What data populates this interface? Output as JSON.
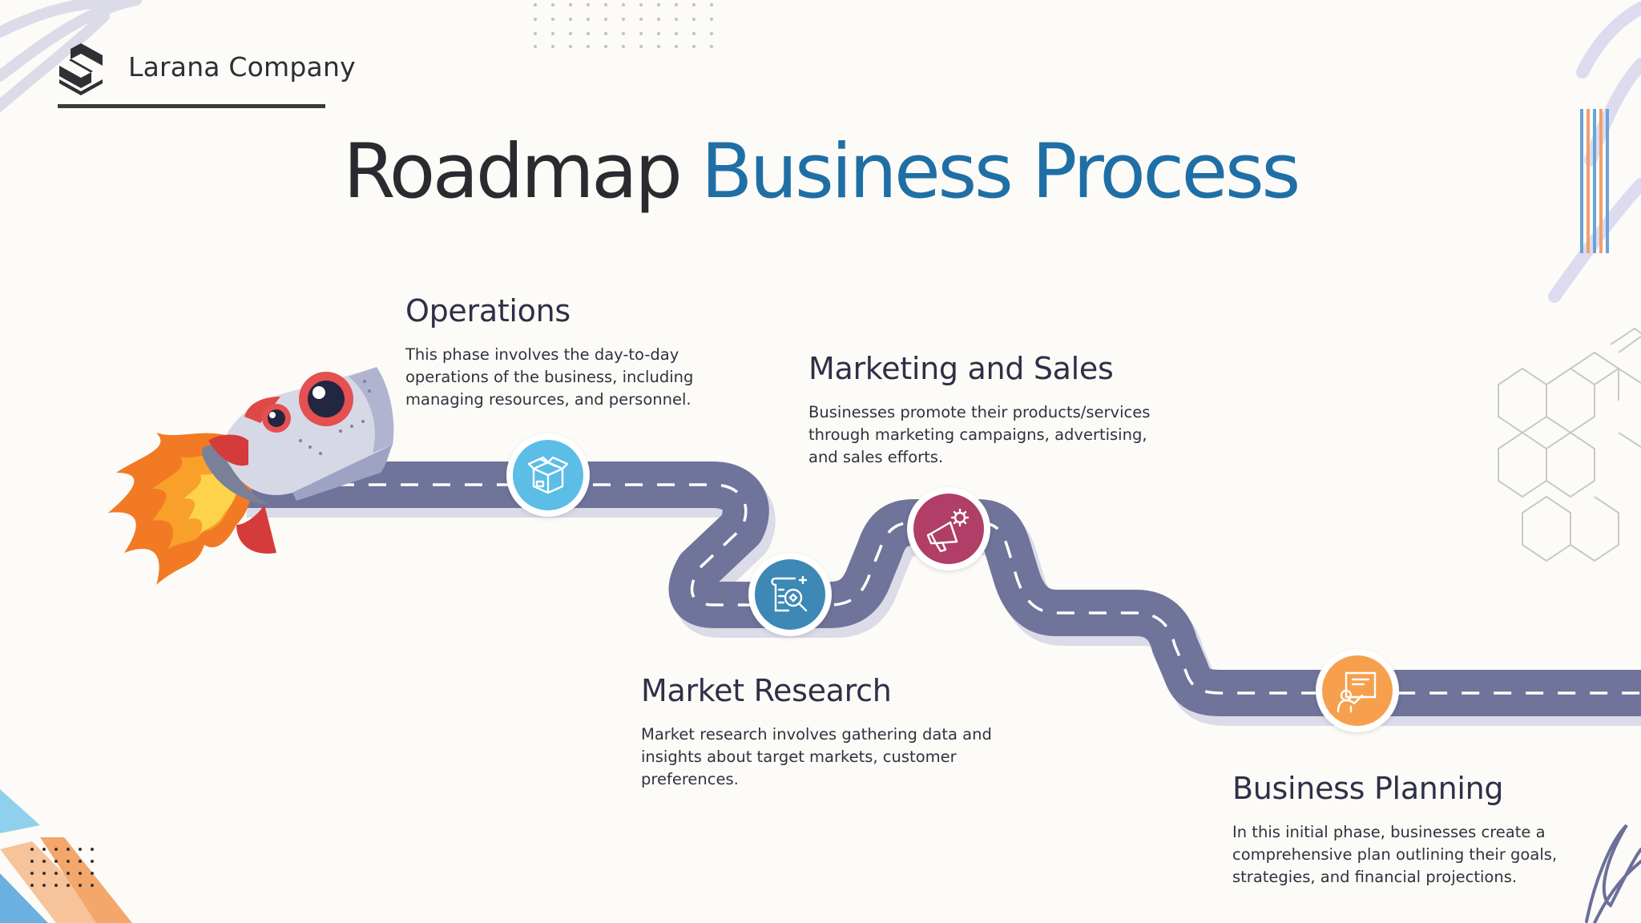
{
  "brand": {
    "name": "Larana Company"
  },
  "title": {
    "part1": "Roadmap",
    "part2": "Business Process"
  },
  "steps": [
    {
      "title": "Operations",
      "description": "This phase involves the day-to-day operations of the business, including managing resources, and personnel.",
      "icon": "box-icon",
      "color": "#5cbde6"
    },
    {
      "title": "Market Research",
      "description": "Market research involves gathering data and insights about target markets, customer preferences.",
      "icon": "document-search-icon",
      "color": "#3d88b5"
    },
    {
      "title": "Marketing and Sales",
      "description": "Businesses promote their products/services through marketing campaigns, advertising, and sales efforts.",
      "icon": "megaphone-icon",
      "color": "#b03e67"
    },
    {
      "title": "Business Planning",
      "description": "In this initial phase, businesses create a comprehensive plan outlining their goals, strategies, and financial projections.",
      "icon": "presentation-icon",
      "color": "#f6a04d"
    }
  ],
  "colors": {
    "road": "#70739a",
    "road_shadow": "#dcdbe8",
    "title_accent": "#1f6fa6"
  }
}
